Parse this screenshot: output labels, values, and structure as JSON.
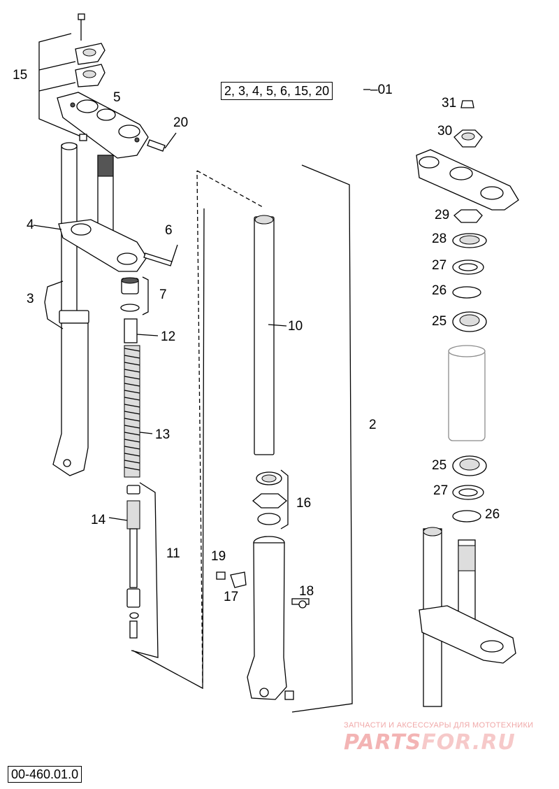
{
  "kit": {
    "items": "2, 3, 4, 5, 6, 15, 20",
    "suffix": "–01"
  },
  "drawing_code": "00-460.01.0",
  "watermark": {
    "top_text": "ЗАПЧАСТИ И АКСЕССУАРЫ ДЛЯ МОТОТЕХНИКИ",
    "logo_a": "PARTS",
    "logo_b": "FOR.RU"
  },
  "callouts": {
    "c15": "15",
    "c5": "5",
    "c20": "20",
    "c4": "4",
    "c6": "6",
    "c3": "3",
    "c7": "7",
    "c12": "12",
    "c13": "13",
    "c14": "14",
    "c11": "11",
    "c10": "10",
    "c2": "2",
    "c16": "16",
    "c19": "19",
    "c17": "17",
    "c18": "18",
    "c31": "31",
    "c30": "30",
    "c29": "29",
    "c28": "28",
    "c27a": "27",
    "c26a": "26",
    "c25a": "25",
    "c25b": "25",
    "c27b": "27",
    "c26b": "26"
  }
}
